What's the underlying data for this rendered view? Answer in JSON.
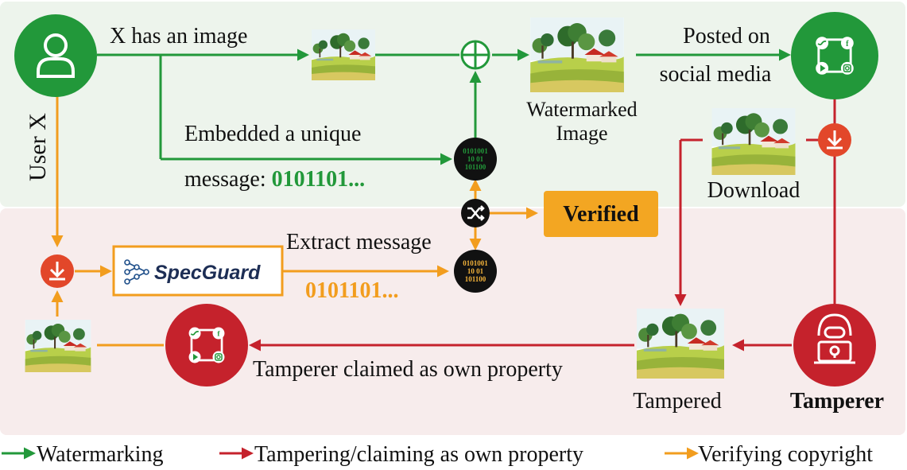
{
  "user": {
    "label": "User X"
  },
  "top_flow": {
    "has_image": "X has an image",
    "embed_line1": "Embedded a unique",
    "embed_line2_prefix": "message: ",
    "message_bits": "0101101...",
    "watermarked_line1": "Watermarked",
    "watermarked_line2": "Image",
    "posted_line1": "Posted on",
    "posted_line2": "social media",
    "download": "Download"
  },
  "bottom_flow": {
    "verified": "Verified",
    "extract": "Extract message",
    "extracted_bits": "0101101...",
    "product_name": "SpecGuard",
    "claim": "Tamperer claimed as own property",
    "tampered": "Tampered",
    "tamperer": "Tamperer"
  },
  "legend": {
    "watermarking": "Watermarking",
    "tampering": "Tampering/claiming as own property",
    "verifying": "Verifying copyright"
  },
  "colors": {
    "green": "#22983a",
    "red": "#c5222c",
    "orange": "#f29d1e",
    "top_bg": "#edf4ec",
    "bottom_bg": "#f7ecec",
    "verified_bg": "#f3a622"
  }
}
